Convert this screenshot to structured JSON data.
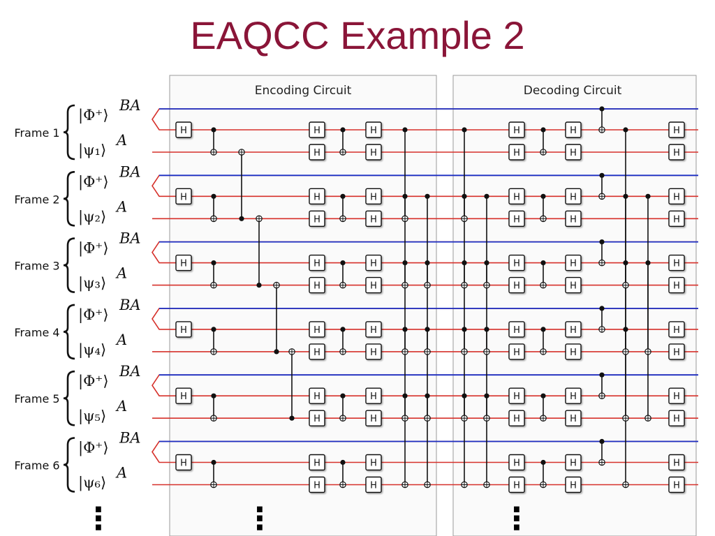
{
  "title": "EAQCC Example 2",
  "encoding_label": "Encoding Circuit",
  "decoding_label": "Decoding Circuit",
  "gate_label": "H",
  "ellipsis": "⋮",
  "frames": [
    {
      "label": "Frame 1",
      "top_state": "|Φ⁺⟩",
      "top_sup": "BA",
      "bottom_state": "|ψ₁⟩",
      "bottom_sup": "A"
    },
    {
      "label": "Frame 2",
      "top_state": "|Φ⁺⟩",
      "top_sup": "BA",
      "bottom_state": "|ψ₂⟩",
      "bottom_sup": "A"
    },
    {
      "label": "Frame 3",
      "top_state": "|Φ⁺⟩",
      "top_sup": "BA",
      "bottom_state": "|ψ₃⟩",
      "bottom_sup": "A"
    },
    {
      "label": "Frame 4",
      "top_state": "|Φ⁺⟩",
      "top_sup": "BA",
      "bottom_state": "|ψ₄⟩",
      "bottom_sup": "A"
    },
    {
      "label": "Frame 5",
      "top_state": "|Φ⁺⟩",
      "top_sup": "BA",
      "bottom_state": "|ψ₅⟩",
      "bottom_sup": "A"
    },
    {
      "label": "Frame 6",
      "top_state": "|Φ⁺⟩",
      "top_sup": "BA",
      "bottom_state": "|ψ₆⟩",
      "bottom_sup": "A"
    }
  ],
  "colors": {
    "title": "#8a1538",
    "bob_wire": "#1a2fc4",
    "alice_wire": "#d6302a",
    "gate_line": "#111111",
    "panel_border": "#9a9a9a"
  }
}
